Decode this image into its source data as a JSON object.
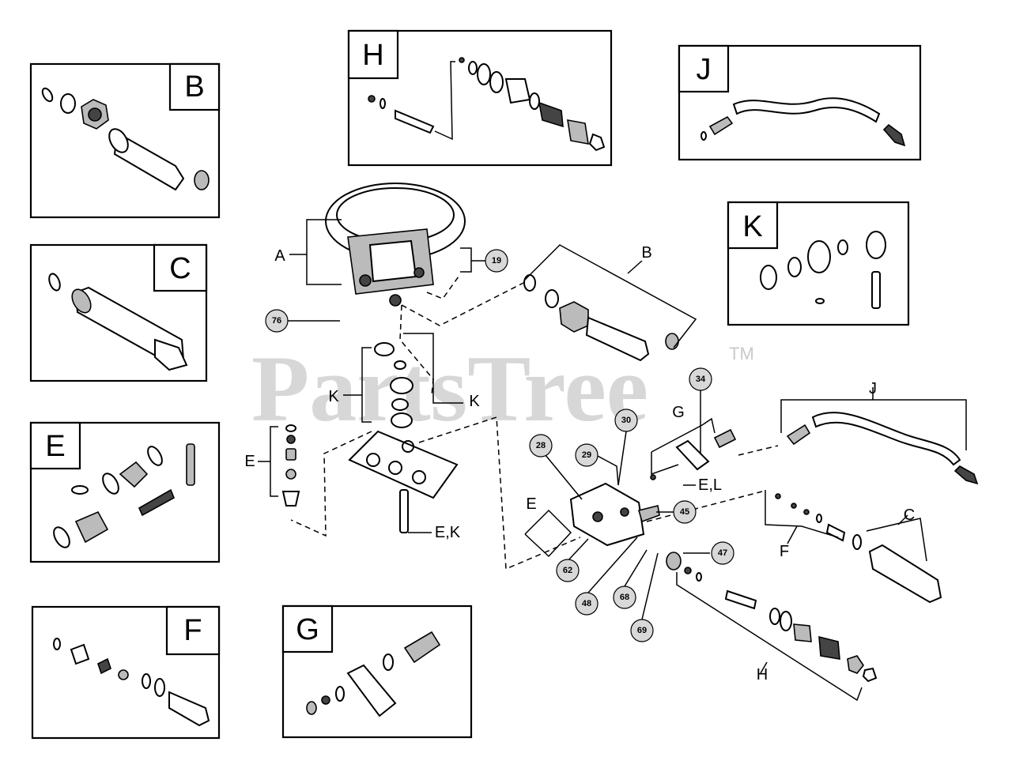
{
  "watermark": {
    "text": "PartsTree",
    "tm": "TM"
  },
  "insets": [
    {
      "id": "B",
      "label": "B"
    },
    {
      "id": "C",
      "label": "C"
    },
    {
      "id": "E",
      "label": "E"
    },
    {
      "id": "F",
      "label": "F"
    },
    {
      "id": "G",
      "label": "G"
    },
    {
      "id": "H",
      "label": "H"
    },
    {
      "id": "J",
      "label": "J"
    },
    {
      "id": "K",
      "label": "K"
    }
  ],
  "letter_callouts": {
    "A": "A",
    "B": "B",
    "C": "C",
    "E_left": "E",
    "E_mid": "E",
    "F": "F",
    "G": "G",
    "H": "H",
    "J": "J",
    "K_left": "K",
    "K_right": "K",
    "EK": "E,K",
    "EL": "E,L"
  },
  "part_numbers": [
    "19",
    "76",
    "34",
    "30",
    "28",
    "29",
    "45",
    "47",
    "62",
    "48",
    "68",
    "69"
  ]
}
